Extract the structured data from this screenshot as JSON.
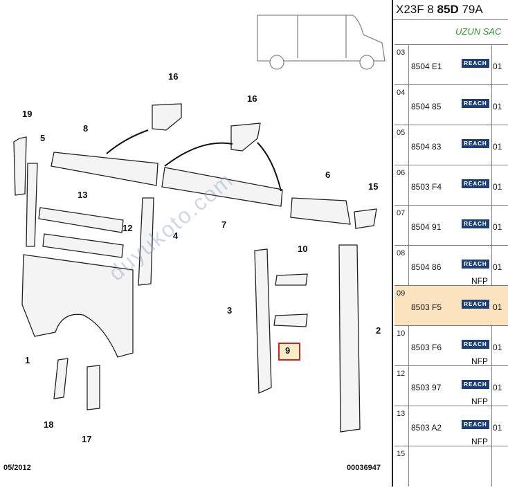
{
  "header": {
    "ref_prefix": "X23F 8 ",
    "ref_bold": "85D",
    "ref_suffix": " 79A",
    "vehicle_label": "UZUN SAC"
  },
  "diagram": {
    "callouts": [
      "16",
      "16",
      "19",
      "8",
      "5",
      "6",
      "15",
      "13",
      "12",
      "4",
      "7",
      "10",
      "3",
      "2",
      "9",
      "1",
      "18",
      "17"
    ],
    "watermark": "duyukoto.com",
    "footer_date": "05/2012",
    "footer_code": "00036947"
  },
  "parts": [
    {
      "num": "03",
      "ref": "8504 E1",
      "reach": "REACH",
      "qty": "01",
      "nfp": "",
      "selected": false
    },
    {
      "num": "04",
      "ref": "8504 85",
      "reach": "REACH",
      "qty": "01",
      "nfp": "",
      "selected": false
    },
    {
      "num": "05",
      "ref": "8504 83",
      "reach": "REACH",
      "qty": "01",
      "nfp": "",
      "selected": false
    },
    {
      "num": "06",
      "ref": "8503 F4",
      "reach": "REACH",
      "qty": "01",
      "nfp": "",
      "selected": false
    },
    {
      "num": "07",
      "ref": "8504 91",
      "reach": "REACH",
      "qty": "01",
      "nfp": "",
      "selected": false
    },
    {
      "num": "08",
      "ref": "8504 86",
      "reach": "REACH",
      "qty": "01",
      "nfp": "NFP",
      "selected": false
    },
    {
      "num": "09",
      "ref": "8503 F5",
      "reach": "REACH",
      "qty": "01",
      "nfp": "",
      "selected": true
    },
    {
      "num": "10",
      "ref": "8503 F6",
      "reach": "REACH",
      "qty": "01",
      "nfp": "NFP",
      "selected": false
    },
    {
      "num": "12",
      "ref": "8503 97",
      "reach": "REACH",
      "qty": "01",
      "nfp": "NFP",
      "selected": false
    },
    {
      "num": "13",
      "ref": "8503 A2",
      "reach": "REACH",
      "qty": "01",
      "nfp": "NFP",
      "selected": false
    },
    {
      "num": "15",
      "ref": "",
      "reach": "",
      "qty": "",
      "nfp": "",
      "selected": false
    }
  ],
  "colors": {
    "reach_badge": "#1f3f77",
    "selected_row": "#fbe3c0",
    "highlight_border": "#d62020",
    "vehicle_label": "#2a9a2a"
  }
}
